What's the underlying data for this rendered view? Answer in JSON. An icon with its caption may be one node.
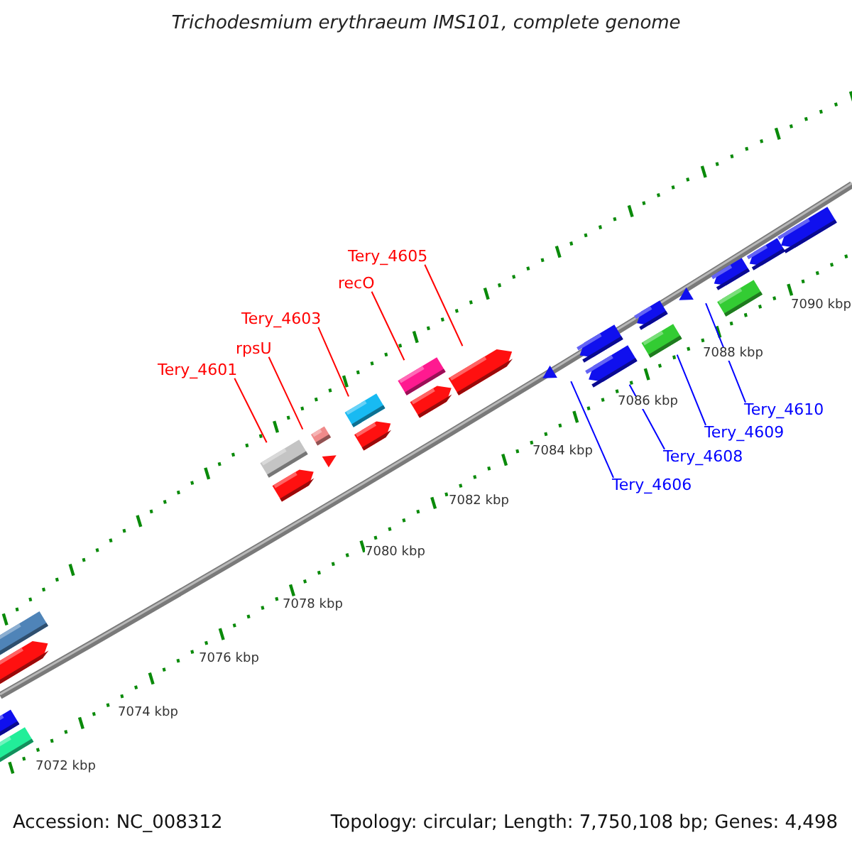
{
  "diagram": {
    "title": "Trichodesmium erythraeum IMS101, complete genome",
    "nodes": [
      {
        "text": [
          "Tery_4601"
        ]
      },
      {
        "text": [],
        "shape": "bar"
      },
      {
        "text": [
          "rpsU"
        ]
      },
      {
        "text": [],
        "shape": "bar"
      },
      {
        "text": [
          "Tery_4603"
        ]
      },
      {
        "text": [],
        "shape": "bar"
      },
      {
        "text": [
          "recO"
        ]
      },
      {
        "text": [],
        "shape": "bar"
      },
      {
        "text": [
          "Tery_4605"
        ]
      },
      {
        "text": [],
        "shape": "arrow"
      },
      {
        "text": [
          "Tery_4606"
        ]
      },
      {
        "text": [],
        "shape": "triangle"
      },
      {
        "text": [
          "Tery_4608"
        ]
      },
      {
        "text": [],
        "shape": "arrow"
      },
      {
        "text": [
          "Tery_4609"
        ]
      },
      {
        "text": [],
        "shape": "bar"
      },
      {
        "text": [
          "Tery_4610"
        ]
      },
      {
        "text": [],
        "shape": "triangle"
      },
      {
        "text": [],
        "shape": "bar"
      },
      {
        "text": [],
        "shape": "arrow"
      },
      {
        "text": [],
        "shape": "arrow"
      },
      {
        "text": [],
        "shape": "triangle"
      },
      {
        "text": [],
        "shape": "arrow"
      },
      {
        "text": [],
        "shape": "arrow"
      },
      {
        "text": [],
        "shape": "arrow"
      },
      {
        "text": [],
        "shape": "arrow"
      },
      {
        "text": [],
        "shape": "bar"
      },
      {
        "text": [],
        "shape": "arrow"
      },
      {
        "text": [],
        "shape": "arrow"
      },
      {
        "text": [],
        "shape": "arrow"
      },
      {
        "text": [],
        "shape": "arrow"
      },
      {
        "text": [],
        "shape": "bar"
      }
    ],
    "edges": [
      {
        "from": 0,
        "to": 1,
        "arrow": "none"
      },
      {
        "from": 2,
        "to": 3,
        "arrow": "none"
      },
      {
        "from": 4,
        "to": 5,
        "arrow": "none"
      },
      {
        "from": 6,
        "to": 7,
        "arrow": "none"
      },
      {
        "from": 8,
        "to": 9,
        "arrow": "none"
      },
      {
        "from": 10,
        "to": 11,
        "arrow": "none",
        "color": "#0000ff"
      },
      {
        "from": 12,
        "to": 13,
        "arrow": "none",
        "color": "#0000ff"
      },
      {
        "from": 14,
        "to": 15,
        "arrow": "none",
        "color": "#0000ff"
      },
      {
        "from": 16,
        "to": 17,
        "arrow": "none",
        "color": "#0000ff"
      }
    ],
    "labels": [
      "7072 kbp",
      "7074 kbp",
      "7076 kbp",
      "7078 kbp",
      "7080 kbp",
      "7082 kbp",
      "7084 kbp",
      "7086 kbp",
      "7088 kbp",
      "7090 kbp",
      "Accession: NC_008312",
      "Topology: circular; Length: 7,750,108 bp; Genes: 4,498"
    ]
  }
}
